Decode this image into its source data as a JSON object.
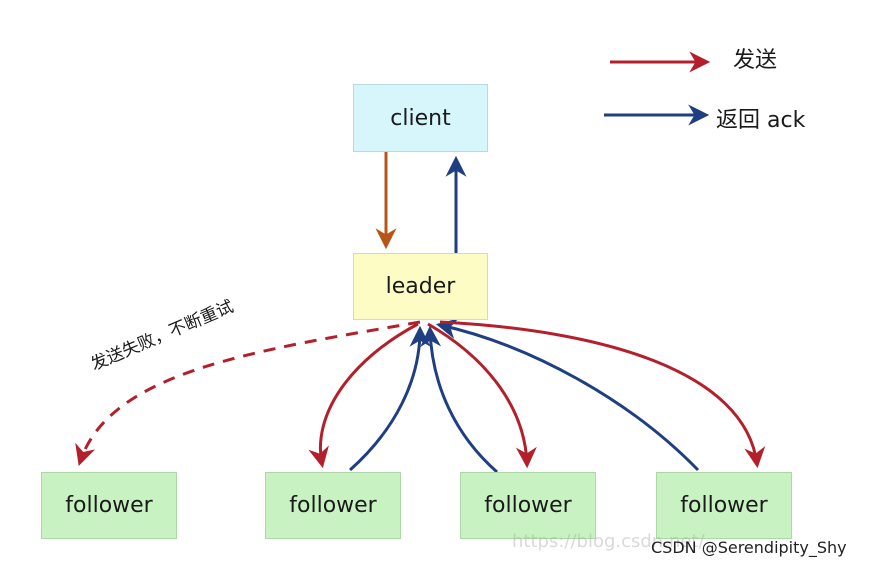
{
  "legend": {
    "send_label": "发送",
    "ack_label": "返回 ack"
  },
  "nodes": {
    "client": "client",
    "leader": "leader",
    "followers": [
      "follower",
      "follower",
      "follower",
      "follower"
    ]
  },
  "annotation": {
    "retry": "发送失败，不断重试"
  },
  "colors": {
    "send": "#b3202c",
    "ack": "#1f3f82",
    "client_to_leader": "#b85418",
    "client_bg": "#d6f6fb",
    "leader_bg": "#fdfcc4",
    "follower_bg": "#c8f2c2"
  },
  "watermark": {
    "faint": "https://blog.csdn.net/",
    "credit": "CSDN @Serendipity_Shy"
  }
}
